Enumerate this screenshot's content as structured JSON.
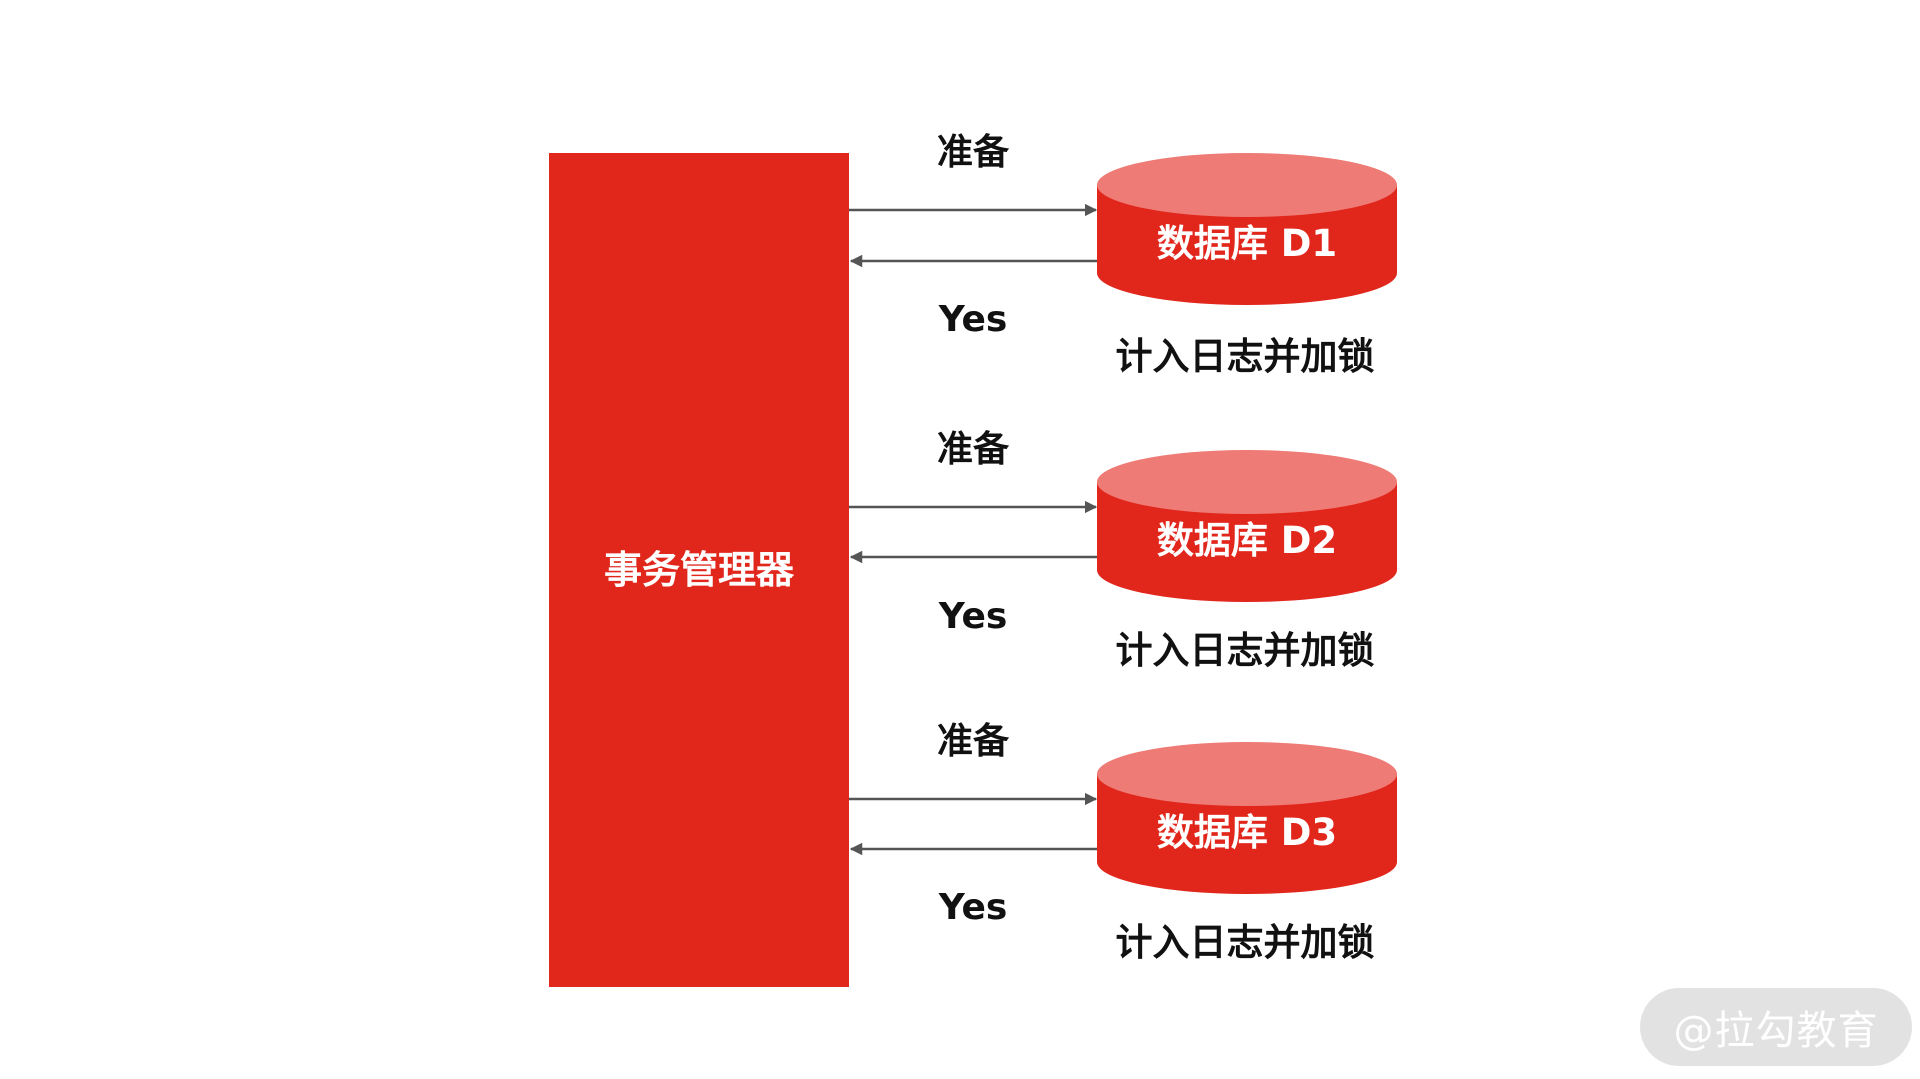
{
  "coordinator": {
    "label": "事务管理器",
    "color": "#e1261c"
  },
  "participants": [
    {
      "db_label": "数据库 D1",
      "request_label": "准备",
      "reply_label": "Yes",
      "note": "计入日志并加锁"
    },
    {
      "db_label": "数据库 D2",
      "request_label": "准备",
      "reply_label": "Yes",
      "note": "计入日志并加锁"
    },
    {
      "db_label": "数据库 D3",
      "request_label": "准备",
      "reply_label": "Yes",
      "note": "计入日志并加锁"
    }
  ],
  "colors": {
    "db_body": "#e1261c",
    "db_top": "#ee7b75",
    "arrow": "#555555"
  },
  "watermark": {
    "text": "@拉勾教育"
  }
}
